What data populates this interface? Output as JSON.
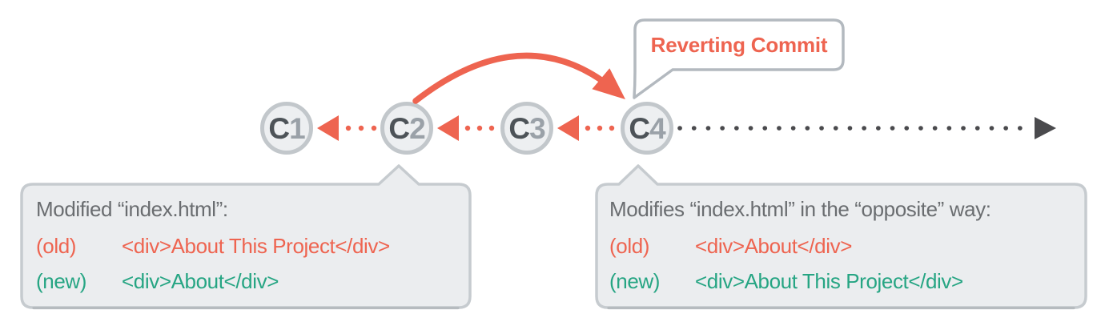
{
  "bubble": {
    "label": "Reverting Commit"
  },
  "commits": [
    {
      "prefix": "C",
      "number": "1"
    },
    {
      "prefix": "C",
      "number": "2"
    },
    {
      "prefix": "C",
      "number": "3"
    },
    {
      "prefix": "C",
      "number": "4"
    }
  ],
  "left_callout": {
    "description": "Modified “index.html”:",
    "old_label": "(old)",
    "old_code": "<div>About This Project</div>",
    "new_label": "(new)",
    "new_code": "<div>About</div>"
  },
  "right_callout": {
    "description": "Modifies “index.html” in the “opposite” way:",
    "old_label": "(old)",
    "old_code": "<div>About</div>",
    "new_label": "(new)",
    "new_code": "<div>About This Project</div>"
  },
  "icons": {
    "left_arrowhead": "triangle-left",
    "right_arrowhead": "triangle-right",
    "revert_arrowhead": "triangle-curved",
    "dotted_line": "round-dots"
  },
  "colors": {
    "coral": "#ee6450",
    "teal": "#26a583",
    "gray_text": "#6a6d70",
    "node_letter": "#4d5358",
    "node_number": "#9aa1a8",
    "node_fill": "#edeff1",
    "node_border": "#c2c7cb",
    "box_fill": "#ebedef",
    "box_border": "#c6cbcf",
    "box_shadow": "#b6bbbf",
    "bubble_border": "#b3b9bf",
    "dark_arrow": "#4a4a4d"
  }
}
